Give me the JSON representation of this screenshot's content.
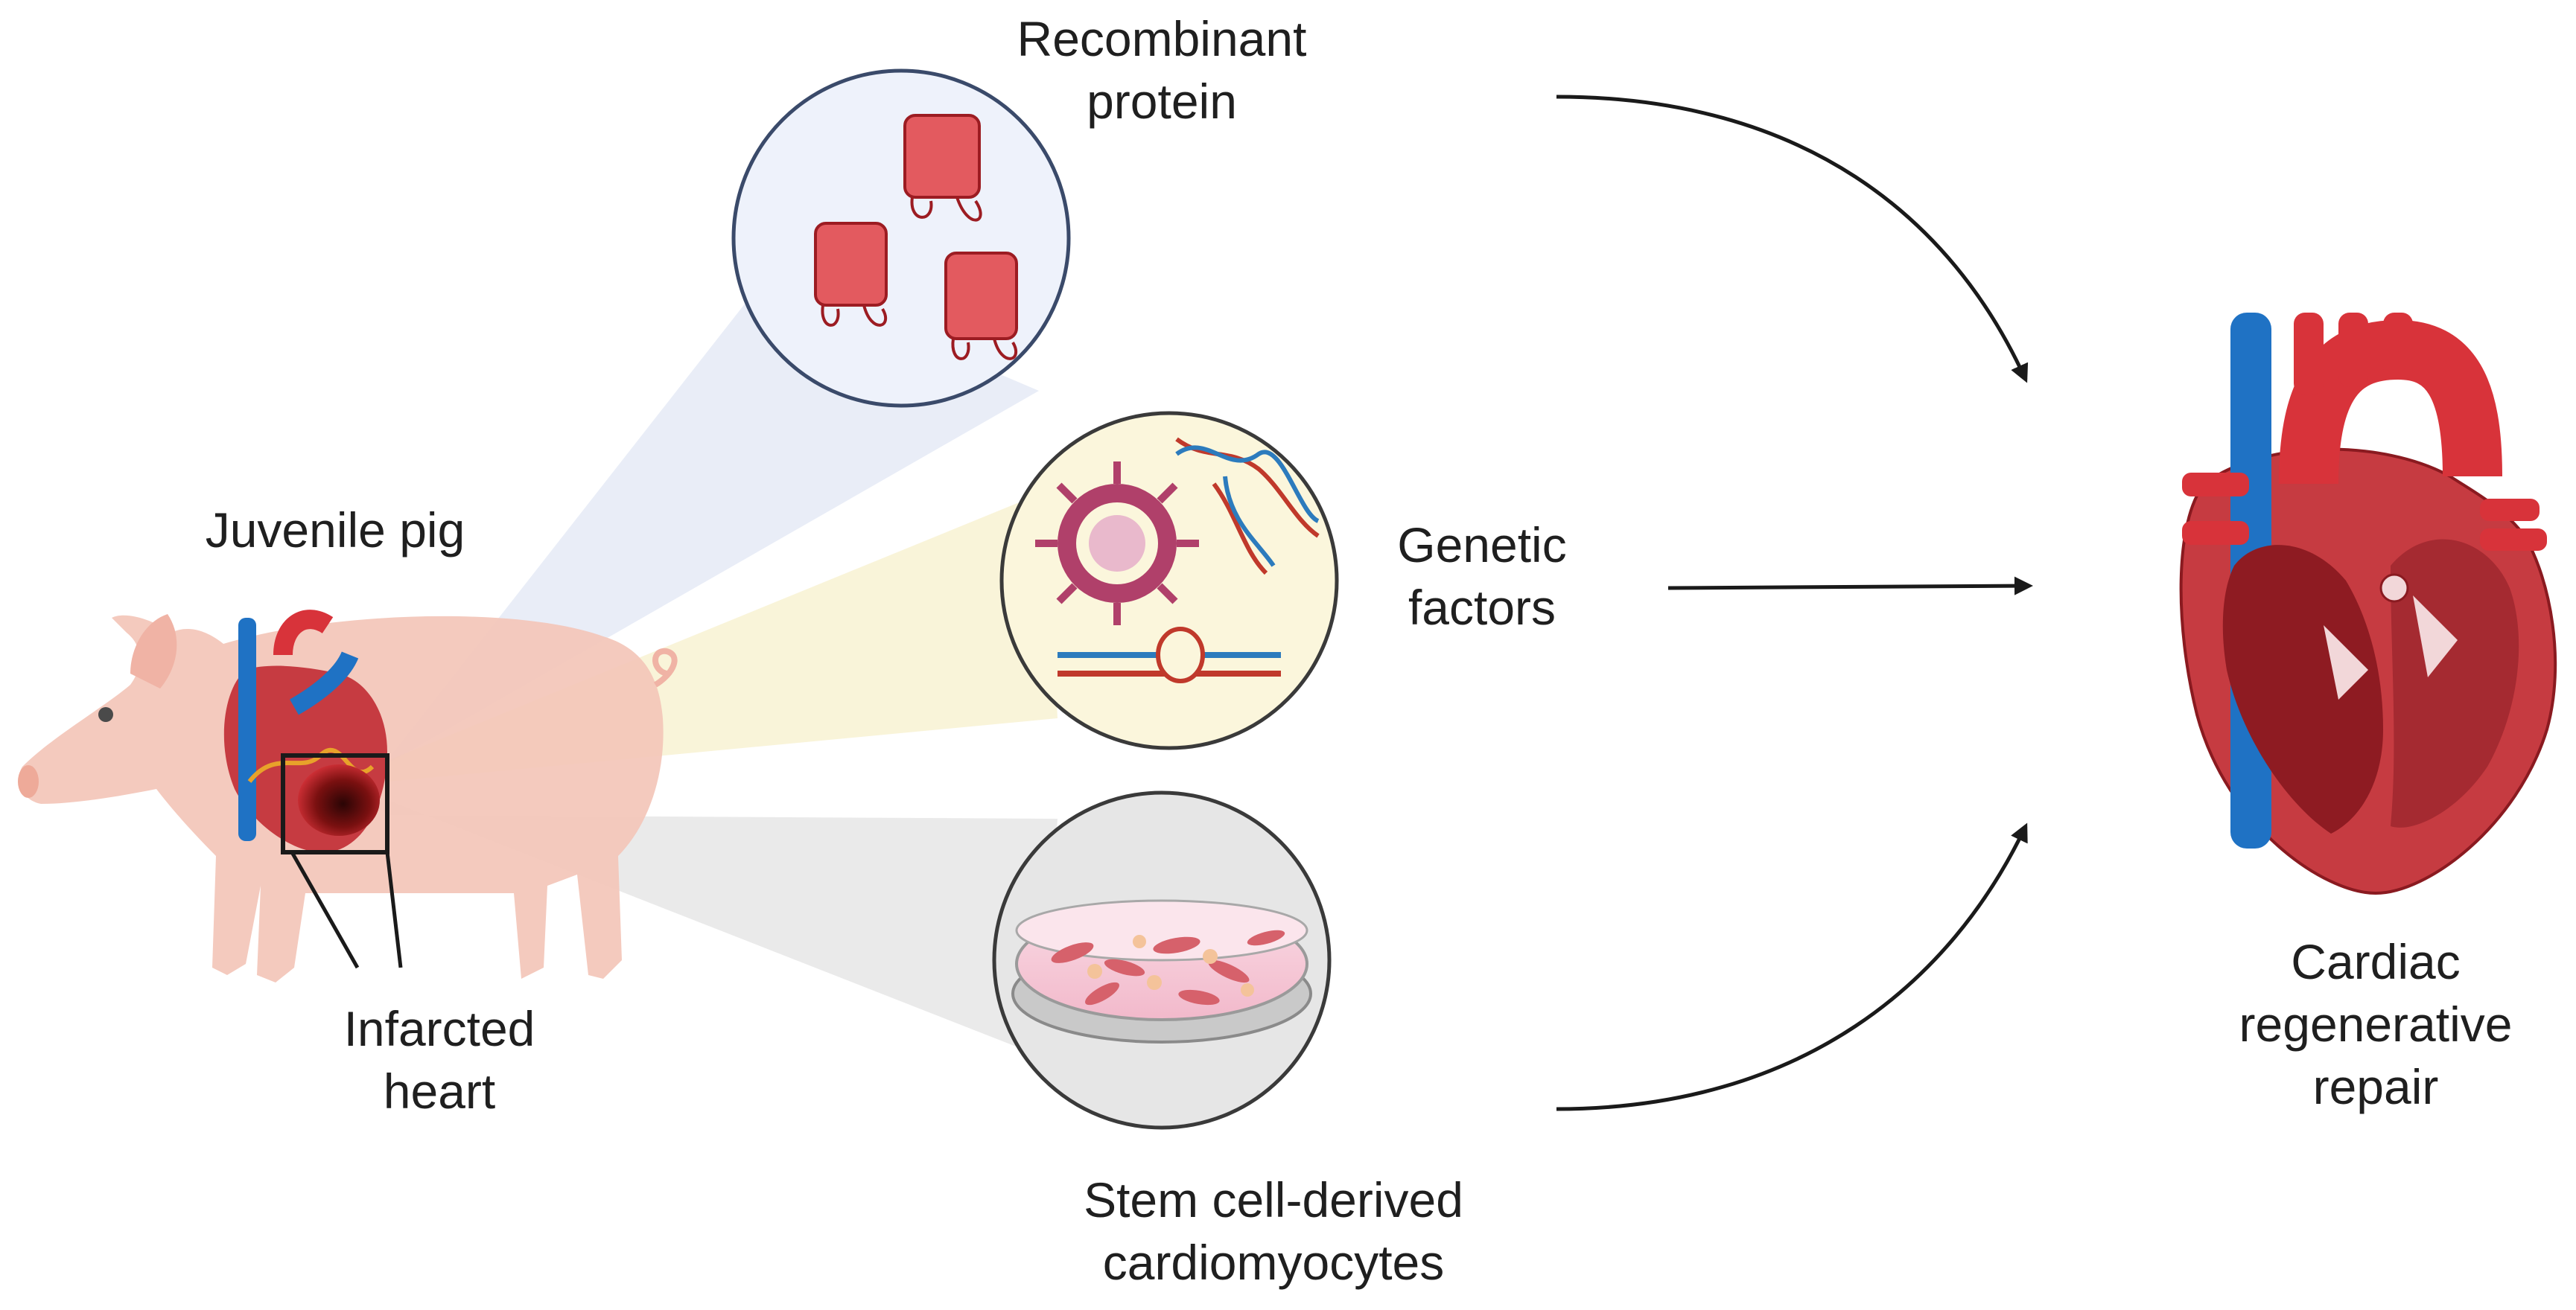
{
  "labels": {
    "pig": "Juvenile pig",
    "infarct_line1": "Infarcted",
    "infarct_line2": "heart",
    "recombinant_line1": "Recombinant",
    "recombinant_line2": "protein",
    "genetic_line1": "Genetic",
    "genetic_line2": "factors",
    "stem_line1": "Stem cell-derived",
    "stem_line2": "cardiomyocytes",
    "outcome_line1": "Cardiac",
    "outcome_line2": "regenerative",
    "outcome_line3": "repair"
  },
  "colors": {
    "protein_circle_fill": "#eef2fb",
    "genetic_circle_fill": "#fbf6dc",
    "stem_circle_fill": "#e6e6e6",
    "heart_red": "#d8333a",
    "vessel_blue": "#1f72c4",
    "pig_skin": "#f3c6b8",
    "arrow": "#1a1a1a"
  }
}
